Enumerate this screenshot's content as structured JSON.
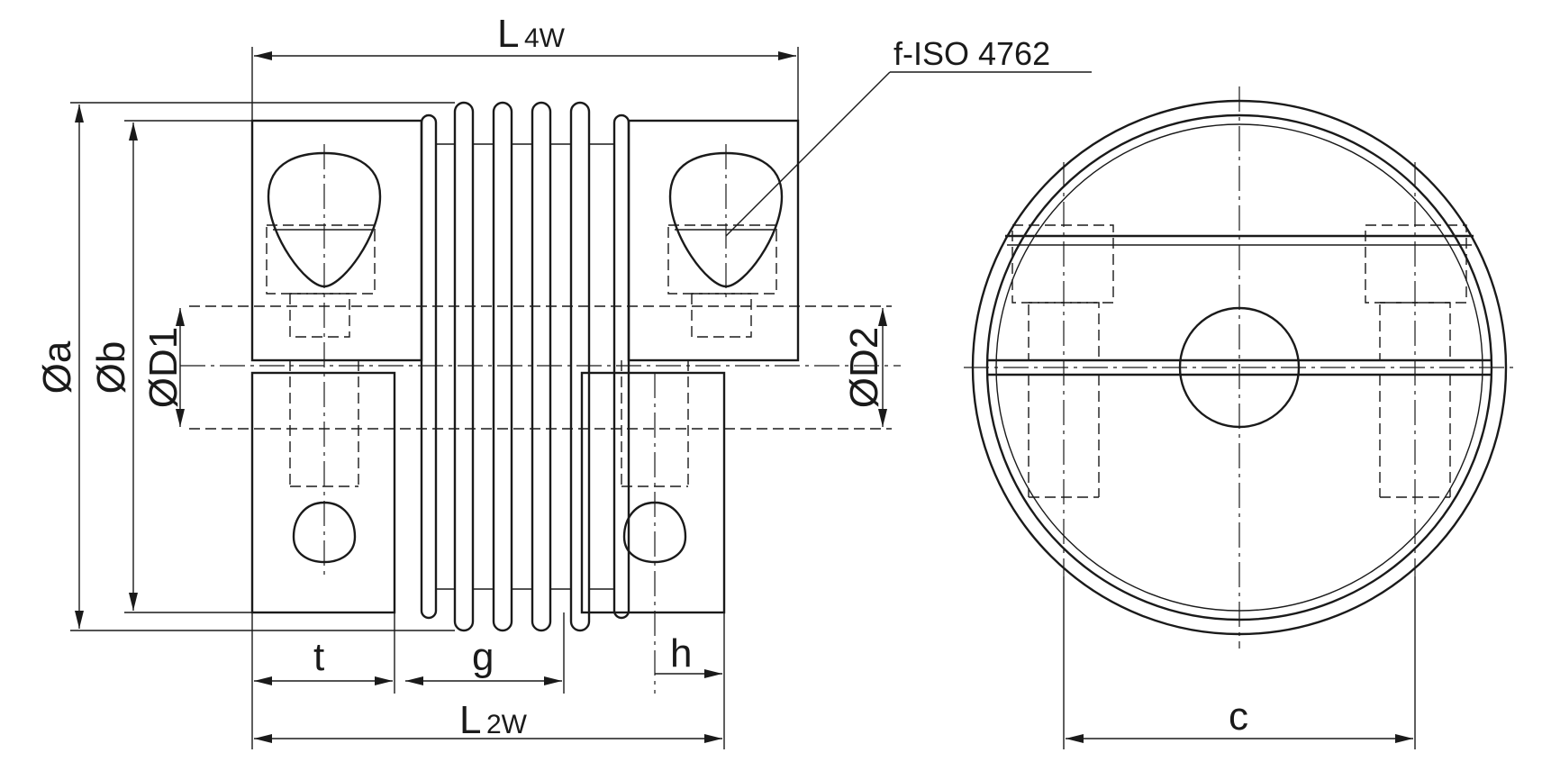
{
  "dimensions": {
    "l4w": {
      "main": "L",
      "sub": "4W"
    },
    "l2w": {
      "main": "L",
      "sub": "2W"
    },
    "a": "Øa",
    "b": "Øb",
    "d1": "ØD1",
    "d2": "ØD2",
    "t": "t",
    "g": "g",
    "h": "h",
    "c": "c"
  },
  "screw_callout": "f-ISO 4762",
  "colors": {
    "line": "#1a1a1a",
    "background": "#ffffff"
  }
}
